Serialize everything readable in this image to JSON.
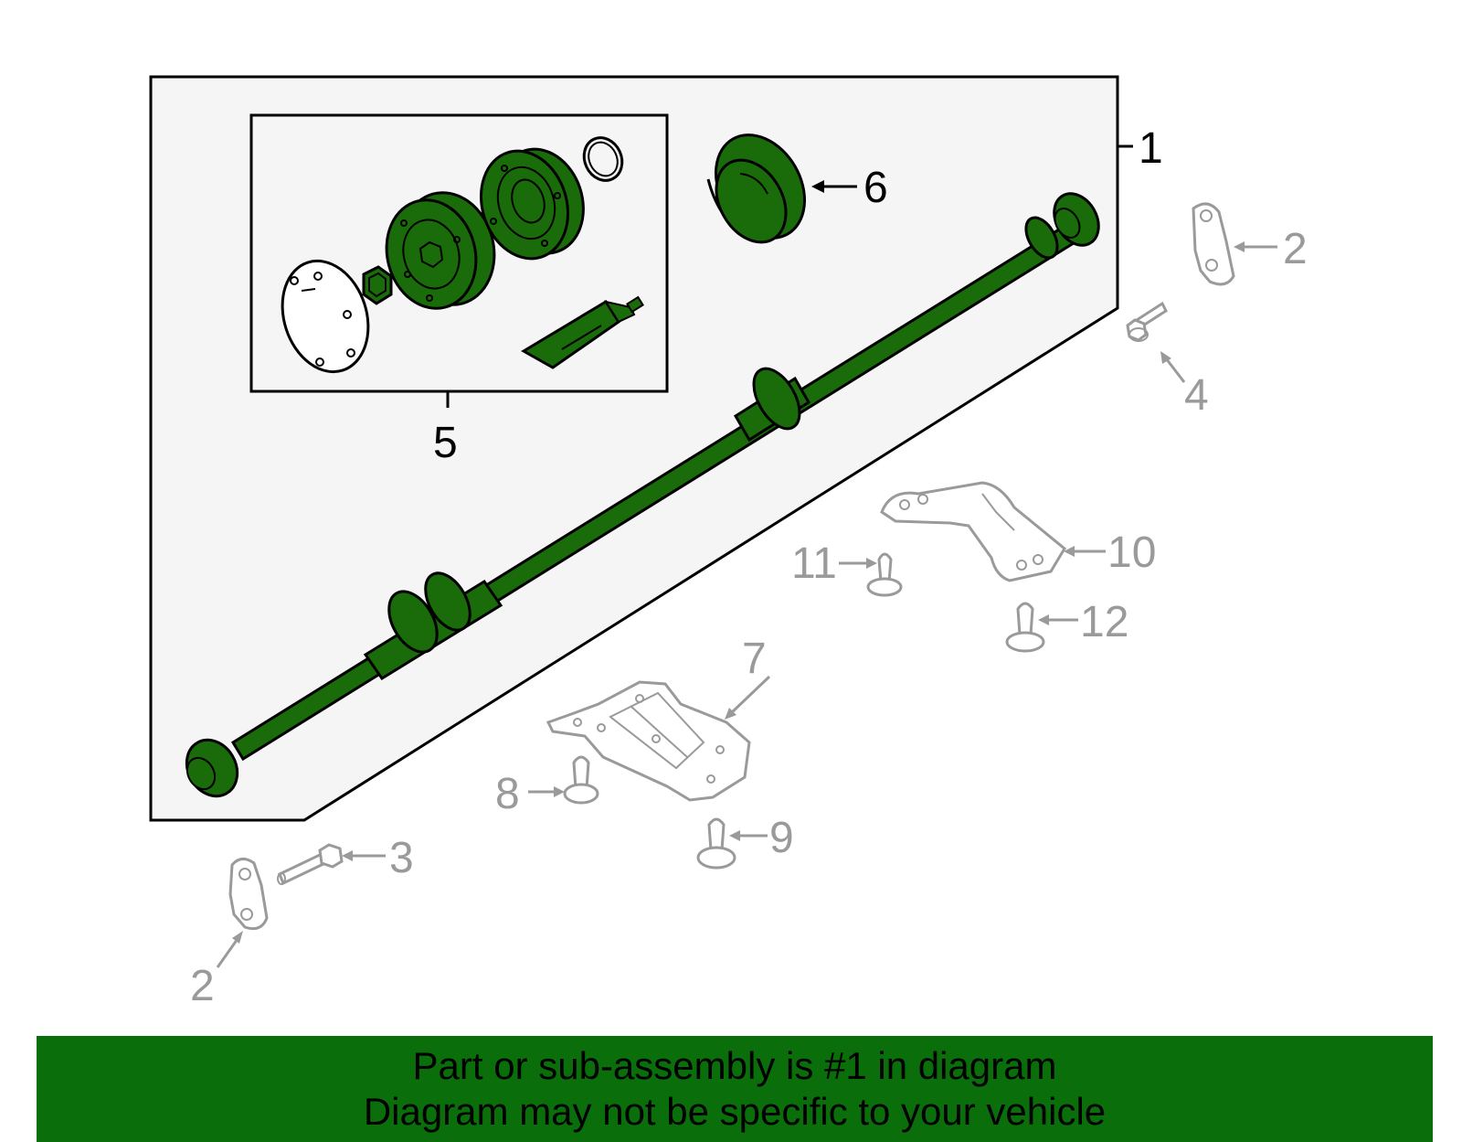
{
  "colors": {
    "part_fill": "#1a6b0a",
    "outline": "#000000",
    "ghost": "#9a9a9a",
    "panel": "#f5f5f5",
    "banner": "#0a6e0a"
  },
  "callouts": {
    "c1": "1",
    "c2_top": "2",
    "c2_bottom": "2",
    "c3": "3",
    "c4": "4",
    "c5": "5",
    "c6": "6",
    "c7": "7",
    "c8": "8",
    "c9": "9",
    "c10": "10",
    "c11": "11",
    "c12": "12"
  },
  "banner": {
    "line1": "Part or sub-assembly is #1 in diagram",
    "line2": "Diagram may not be specific to your vehicle"
  }
}
